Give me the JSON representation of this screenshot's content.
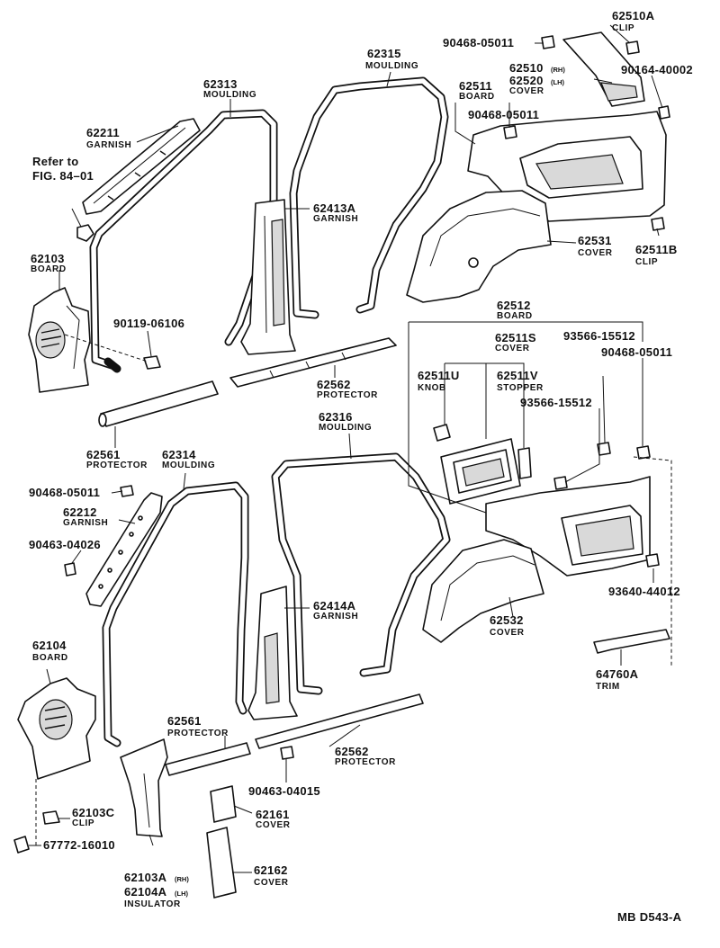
{
  "diagram": {
    "refer_line1": "Refer to",
    "refer_line2": "FIG. 84–01",
    "footer_code": "MB D543-A",
    "parts": {
      "p62211": {
        "num": "62211",
        "name": "GARNISH"
      },
      "p62313": {
        "num": "62313",
        "name": "MOULDING"
      },
      "p62315": {
        "num": "62315",
        "name": "MOULDING"
      },
      "p62413A": {
        "num": "62413A",
        "name": "GARNISH"
      },
      "p62103": {
        "num": "62103",
        "name": "BOARD"
      },
      "p90119": {
        "num": "90119-06106"
      },
      "p62562a": {
        "num": "62562",
        "name": "PROTECTOR"
      },
      "p62561a": {
        "num": "62561",
        "name": "PROTECTOR"
      },
      "p62314": {
        "num": "62314",
        "name": "MOULDING"
      },
      "p62316": {
        "num": "62316",
        "name": "MOULDING"
      },
      "p90468a": {
        "num": "90468-05011"
      },
      "p62212": {
        "num": "62212",
        "name": "GARNISH"
      },
      "p90463a": {
        "num": "90463-04026"
      },
      "p62414A": {
        "num": "62414A",
        "name": "GARNISH"
      },
      "p62104": {
        "num": "62104",
        "name": "BOARD"
      },
      "p62561b": {
        "num": "62561",
        "name": "PROTECTOR"
      },
      "p62562b": {
        "num": "62562",
        "name": "PROTECTOR"
      },
      "p90463b": {
        "num": "90463-04015"
      },
      "p62103C": {
        "num": "62103C",
        "name": "CLIP"
      },
      "p67772": {
        "num": "67772-16010"
      },
      "p62161": {
        "num": "62161",
        "name": "COVER"
      },
      "p62162": {
        "num": "62162",
        "name": "COVER"
      },
      "p62103A": {
        "num": "62103A",
        "suffix": "(RH)"
      },
      "p62104A": {
        "num": "62104A",
        "suffix": "(LH)",
        "name": "INSULATOR"
      },
      "p62510A": {
        "num": "62510A",
        "name": "CLIP"
      },
      "p90468b": {
        "num": "90468-05011"
      },
      "p62510": {
        "num": "62510",
        "suffix": "(RH)"
      },
      "p62520": {
        "num": "62520",
        "suffix": "(LH)",
        "name": "COVER"
      },
      "p90164": {
        "num": "90164-40002"
      },
      "p62511": {
        "num": "62511",
        "name": "BOARD"
      },
      "p90468c": {
        "num": "90468-05011"
      },
      "p62531": {
        "num": "62531",
        "name": "COVER"
      },
      "p62511B": {
        "num": "62511B",
        "name": "CLIP"
      },
      "p62512": {
        "num": "62512",
        "name": "BOARD"
      },
      "p62511S": {
        "num": "62511S",
        "name": "COVER"
      },
      "p93566a": {
        "num": "93566-15512"
      },
      "p90468d": {
        "num": "90468-05011"
      },
      "p62511U": {
        "num": "62511U",
        "name": "KNOB"
      },
      "p62511V": {
        "num": "62511V",
        "name": "STOPPER"
      },
      "p93566b": {
        "num": "93566-15512"
      },
      "p93640": {
        "num": "93640-44012"
      },
      "p62532": {
        "num": "62532",
        "name": "COVER"
      },
      "p64760A": {
        "num": "64760A",
        "name": "TRIM"
      }
    }
  }
}
